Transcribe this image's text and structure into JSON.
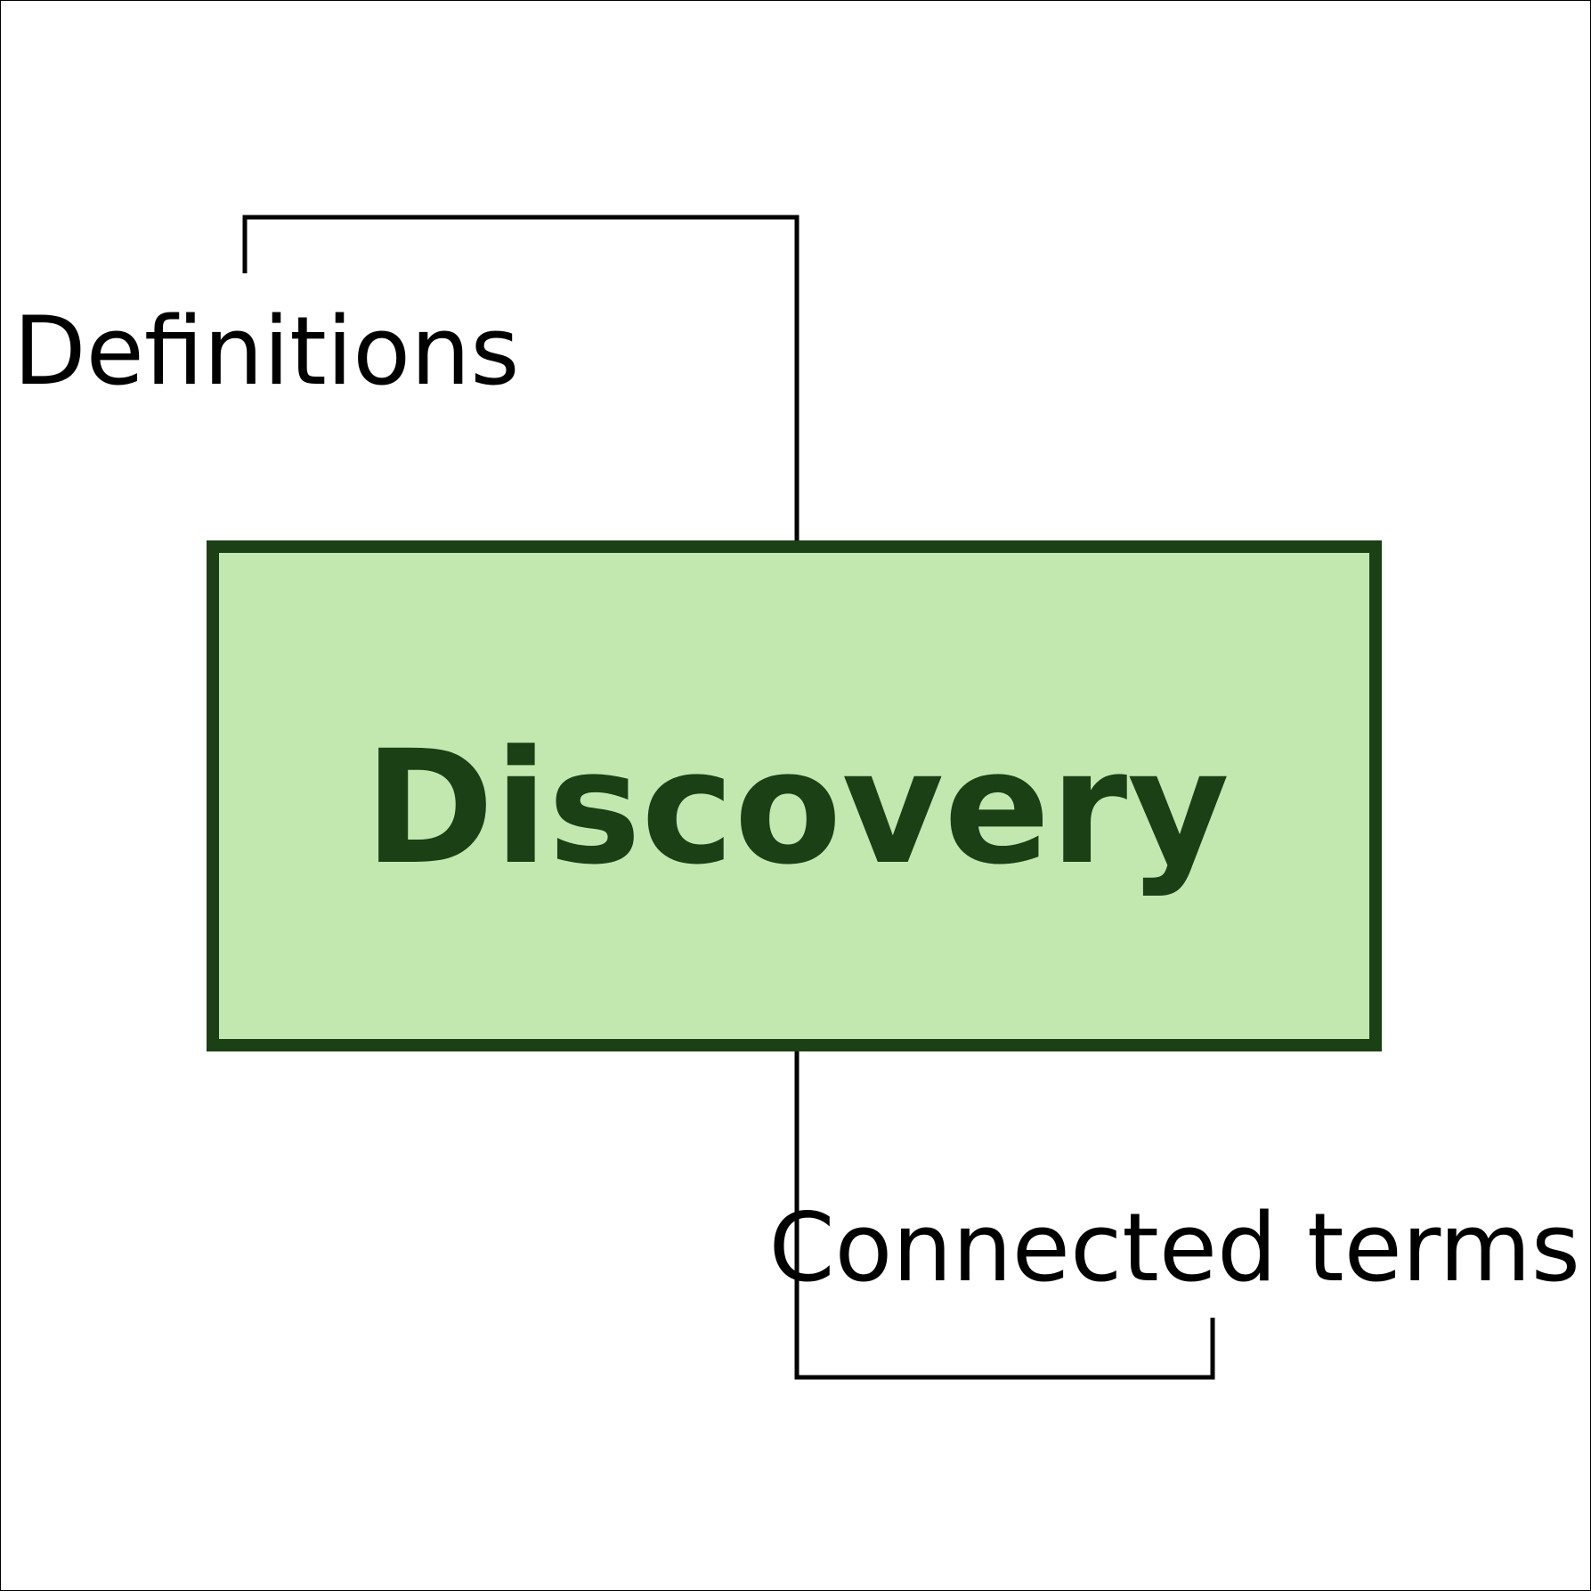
{
  "central_node": {
    "label": "Discovery",
    "fill_color": "#c2e8b0",
    "border_color": "#1c4015",
    "text_color": "#1c4015"
  },
  "branches": [
    {
      "label": "Definitions"
    },
    {
      "label": "Connected terms"
    }
  ],
  "colors": {
    "line": "#000000",
    "label_text": "#000000",
    "background": "#ffffff"
  }
}
